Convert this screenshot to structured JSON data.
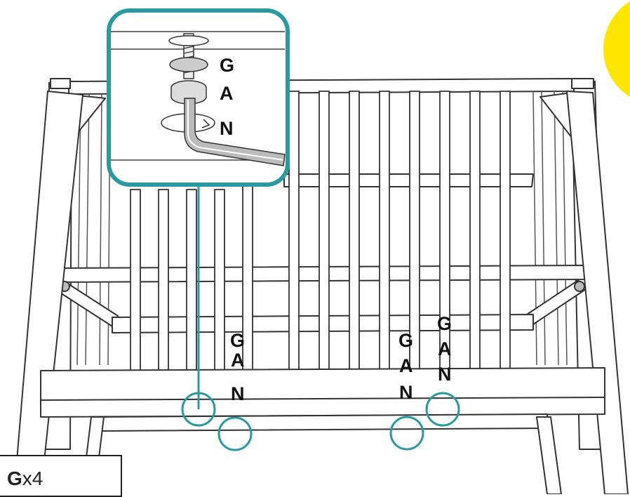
{
  "callout": {
    "labels": [
      "G",
      "A",
      "N"
    ]
  },
  "fittings": [
    {
      "labels": [
        "G",
        "A",
        "N"
      ]
    },
    {
      "labels": [
        "G",
        "A",
        "N"
      ]
    },
    {
      "labels": [
        "G",
        "A",
        "N"
      ]
    }
  ],
  "quantity": {
    "part": "G",
    "count": "x4"
  },
  "colors": {
    "highlight": "#2b9aa0",
    "accent": "#ffe600",
    "line": "#333333"
  }
}
